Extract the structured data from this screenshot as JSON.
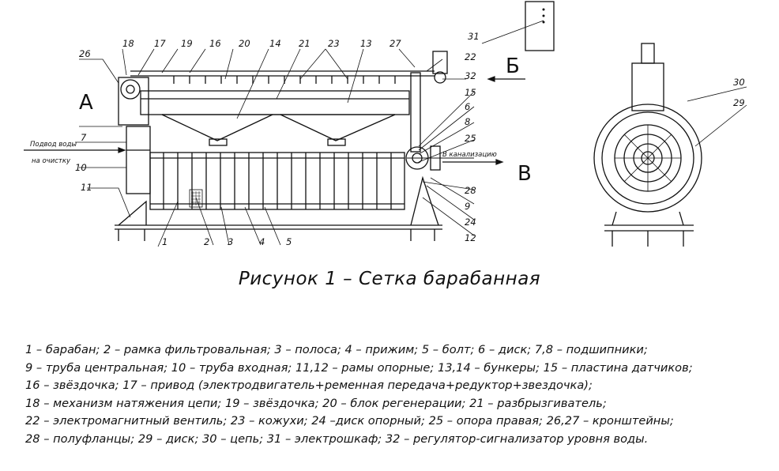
{
  "drawing": {
    "view_labels": {
      "a": "А",
      "b": "Б",
      "v": "В"
    },
    "notes": {
      "water_in_1": "Подвод воды",
      "water_in_2": "на очистку",
      "drain": "В канализацию"
    },
    "callouts": [
      "1",
      "2",
      "3",
      "4",
      "5",
      "6",
      "7",
      "8",
      "9",
      "10",
      "11",
      "12",
      "13",
      "14",
      "15",
      "16",
      "17",
      "18",
      "19",
      "20",
      "21",
      "22",
      "23",
      "24",
      "25",
      "26",
      "27",
      "28",
      "29",
      "30",
      "31",
      "32"
    ]
  },
  "caption": "Рисунок 1 – Сетка барабанная",
  "legend": [
    "1 – барабан; 2 – рамка фильтровальная; 3 – полоса; 4 – прижим; 5 – болт; 6 – диск; 7,8 – подшипники;",
    "9 – труба центральная; 10 – труба входная; 11,12 – рамы опорные; 13,14 – бункеры; 15 – пластина датчиков;",
    "16 – звёздочка; 17 – привод (электродвигатель+ременная передача+редуктор+звездочка);",
    "18 – механизм натяжения цепи; 19 – звёздочка; 20 – блок регенерации; 21 – разбрызгиватель;",
    "22 – электромагнитный вентиль; 23 – кожухи; 24 –диск опорный; 25 – опора правая; 26,27 – кронштейны;",
    "28 – полуфланцы; 29 – диск; 30 – цепь; 31 – электрошкаф; 32 – регулятор-сигнализатор уровня воды."
  ]
}
